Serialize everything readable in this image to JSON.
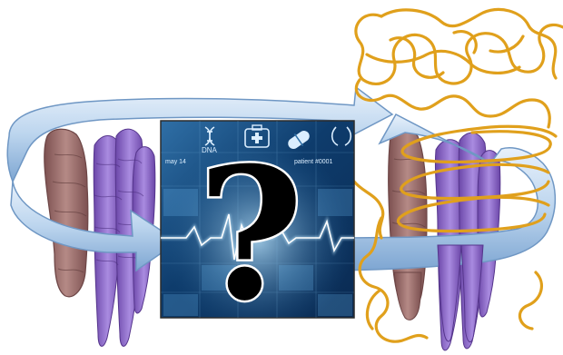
{
  "figure": {
    "panel": {
      "label_dna": "DNA",
      "label_date": "may 14",
      "label_patient": "patient #0001",
      "question_mark": "?"
    },
    "colors": {
      "arrow_fill": "#b9d4ee",
      "arrow_edge": "#6f97c4",
      "panel_bg": "#0f3f6f",
      "panel_glow": "#8fd3ff",
      "protein_left": "#a06f6f",
      "protein_right": "#8a63c4",
      "coil": "#e2a21a"
    },
    "icons": [
      "dna-icon",
      "medical-kit-icon",
      "pill-icon",
      "heartbeat-trace-icon"
    ]
  }
}
